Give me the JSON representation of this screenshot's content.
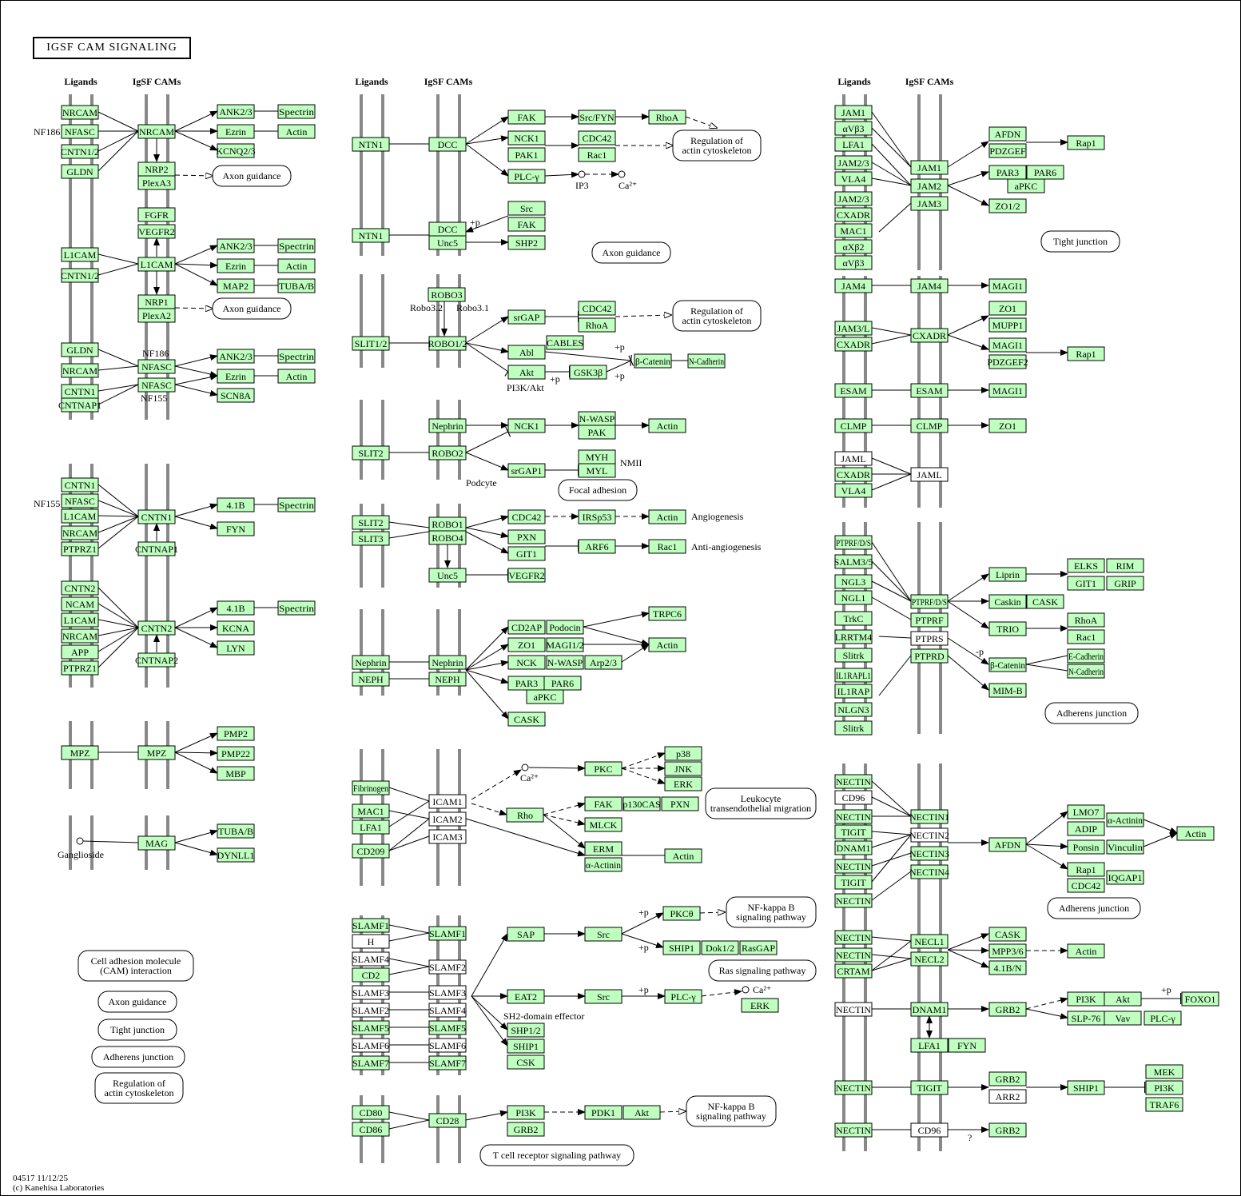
{
  "title": "IGSF  CAM  SIGNALING",
  "headers": [
    "Ligands",
    "IgSF CAMs",
    "Ligands",
    "IgSF CAMs",
    "Ligands",
    "IgSF CAMs"
  ],
  "footer": {
    "id_date": "04517 11/12/25",
    "copyright": "(c) Kanehisa Laboratories"
  },
  "colors": {
    "gene_fill": "#bfffbf",
    "white_fill": "#ffffff",
    "membrane": "#888888"
  },
  "nodes": {
    "left": [
      "NRCAM",
      "NFASC",
      "CNTN1/2",
      "GLDN",
      "NRCAM",
      "ANK2/3",
      "Ezrin",
      "KCNQ2/3",
      "Spectrin",
      "Actin",
      "NRP2",
      "PlexA3",
      "FGFR",
      "VEGFR2",
      "L1CAM",
      "CNTN1/2",
      "L1CAM",
      "ANK2/3",
      "Ezrin",
      "MAP2",
      "Spectrin",
      "Actin",
      "TUBA/B",
      "NRP1",
      "PlexA2",
      "GLDN",
      "NRCAM",
      "CNTN1",
      "CNTNAP1",
      "NFASC",
      "NFASC",
      "ANK2/3",
      "Ezrin",
      "SCN8A",
      "Spectrin",
      "Actin",
      "CNTN1",
      "NFASC",
      "L1CAM",
      "NRCAM",
      "PTPRZ1",
      "CNTN1",
      "CNTNAP1",
      "4.1B",
      "FYN",
      "Spectrin",
      "CNTN2",
      "NCAM",
      "L1CAM",
      "NRCAM",
      "APP",
      "PTPRZ1",
      "CNTN2",
      "CNTNAP2",
      "4.1B",
      "KCNA",
      "LYN",
      "Spectrin",
      "MPZ",
      "MPZ",
      "PMP2",
      "PMP22",
      "MBP",
      "MAG",
      "TUBA/B",
      "DYNLL1"
    ],
    "middle": [
      "NTN1",
      "DCC",
      "FAK",
      "NCK1",
      "PAK1",
      "PLC-γ",
      "Src/FYN",
      "CDC42",
      "Rac1",
      "RhoA",
      "NTN1",
      "DCC",
      "Unc5",
      "Src",
      "FAK",
      "SHP2",
      "ROBO3",
      "SLIT1/2",
      "ROBO1/2",
      "srGAP",
      "CDC42",
      "RhoA",
      "Abl",
      "CABLES",
      "Akt",
      "GSK3β",
      "β-Catenin",
      "N-Cadherin",
      "SLIT2",
      "Nephrin",
      "ROBO2",
      "NCK1",
      "N-WASP",
      "PAK",
      "Actin",
      "srGAP1",
      "MYH",
      "MYL",
      "SLIT2",
      "SLIT3",
      "ROBO1",
      "ROBO4",
      "Unc5",
      "CDC42",
      "PXN",
      "GIT1",
      "IRSp53",
      "Actin",
      "ARF6",
      "Rac1",
      "VEGFR2",
      "Nephrin",
      "NEPH",
      "Nephrin",
      "NEPH",
      "CD2AP",
      "Podocin",
      "TRPC6",
      "ZO1",
      "MAGI1/2",
      "Actin",
      "NCK",
      "N-WASP",
      "Arp2/3",
      "PAR3",
      "PAR6",
      "aPKC",
      "CASK",
      "Fibrinogen",
      "MAC1",
      "LFA1",
      "CD209",
      {
        "label": "ICAM1",
        "white": true
      },
      {
        "label": "ICAM2",
        "white": true
      },
      {
        "label": "ICAM3",
        "white": true
      },
      "PKC",
      "p38",
      "JNK",
      "ERK",
      "Rho",
      "FAK",
      "p130CAS",
      "PXN",
      "MLCK",
      "ERM",
      "α-Actinin",
      "Actin",
      "SLAMF1",
      {
        "label": "H",
        "white": true
      },
      {
        "label": "SLAMF4",
        "white": true
      },
      "CD2",
      {
        "label": "SLAMF3",
        "white": true
      },
      {
        "label": "SLAMF2",
        "white": true
      },
      "SLAMF5",
      {
        "label": "SLAMF6",
        "white": true
      },
      "SLAMF7",
      "SLAMF1",
      {
        "label": "SLAMF2",
        "white": true
      },
      {
        "label": "SLAMF3",
        "white": true
      },
      {
        "label": "SLAMF4",
        "white": true
      },
      "SLAMF5",
      {
        "label": "SLAMF6",
        "white": true
      },
      "SLAMF7",
      "SAP",
      "Src",
      "PKCθ",
      "SHIP1",
      "Dok1/2",
      "RasGAP",
      "EAT2",
      "Src",
      "PLC-γ",
      "ERK",
      "SHP1/2",
      "SHIP1",
      "CSK",
      "CD80",
      "CD86",
      "CD28",
      "PI3K",
      "GRB2",
      "PDK1",
      "Akt"
    ],
    "right": [
      "JAM1",
      "αVβ3",
      "LFA1",
      "JAM2/3",
      "VLA4",
      "JAM2/3",
      "CXADR",
      "MAC1",
      "αXβ2",
      "αVβ3",
      "JAM1",
      "JAM2",
      "JAM3",
      "AFDN",
      "PDZGEF",
      "Rap1",
      "PAR3",
      "PAR6",
      "aPKC",
      "ZO1/2",
      "JAM4",
      "JAM4",
      "MAGI1",
      "JAM3/L",
      "CXADR",
      "CXADR",
      "ZO1",
      "MUPP1",
      "MAGI1",
      "PDZGEF2",
      "Rap1",
      "ESAM",
      "ESAM",
      "MAGI1",
      "CLMP",
      "CLMP",
      "ZO1",
      {
        "label": "JAML",
        "white": true
      },
      "CXADR",
      "VLA4",
      {
        "label": "JAML",
        "white": true
      },
      "PTPRF/D/S",
      "SALM3/5",
      "NGL3",
      "NGL1",
      "TrkC",
      "LRRTM4",
      "Slitrk",
      "IL1RAPL1",
      "IL1RAP",
      "NLGN3",
      "Slitrk",
      "PTPRF/D/S",
      "PTPRF",
      {
        "label": "PTPRS",
        "white": true
      },
      "PTPRD",
      "Liprin",
      "ELKS",
      "RIM",
      "GIT1",
      "GRIP",
      "Caskin",
      "CASK",
      "TRIO",
      "RhoA",
      "Rac1",
      "β-Catenin",
      "E-Cadherin",
      "N-Cadherin",
      "MIM-B",
      "NECTIN",
      {
        "label": "CD96",
        "white": true
      },
      "NECTIN",
      "TIGIT",
      "DNAM1",
      "NECTIN",
      "TIGIT",
      "NECTIN",
      "NECTIN1",
      {
        "label": "NECTIN2",
        "white": true
      },
      "NECTIN3",
      "NECTIN4",
      "AFDN",
      "LMO7",
      "α-Actinin",
      "ADIP",
      "Ponsin",
      "Vinculin",
      "Rap1",
      "CDC42",
      "IQGAP1",
      "Actin",
      "NECTIN",
      "NECTIN",
      "CRTAM",
      "NECL1",
      "NECL2",
      "CASK",
      "MPP3/6",
      "4.1B/N",
      "Actin",
      {
        "label": "NECTIN",
        "white": true
      },
      "DNAM1",
      "LFA1",
      "FYN",
      "GRB2",
      "PI3K",
      "Akt",
      "FOXO1",
      "SLP-76",
      "Vav",
      "PLC-γ",
      "NECTIN",
      "TIGIT",
      "GRB2",
      {
        "label": "ARR2",
        "white": true
      },
      "SHIP1",
      "MEK",
      "PI3K",
      "TRAF6",
      "NECTIN",
      {
        "label": "CD96",
        "white": true
      },
      "GRB2"
    ]
  },
  "ovals": [
    "Axon guidance",
    "Axon guidance",
    "Regulation of|actin cytoskeleton",
    "Axon guidance",
    "Regulation of|actin cytoskeleton",
    "Focal adhesion",
    "Leukocyte|transendothelial migration",
    "NF-kappa B|signaling pathway",
    "Ras signaling pathway",
    "NF-kappa B|signaling pathway",
    "T cell receptor signaling pathway",
    "Tight junction",
    "Adherens junction",
    "Adherens junction",
    "Cell adhesion molecule|(CAM) interaction",
    "Axon guidance",
    "Tight junction",
    "Adherens junction",
    "Regulation of|actin cytoskeleton"
  ],
  "notes": [
    "NF186",
    "NF186",
    "NF155",
    "NF155",
    "Ganglioside",
    "IP3",
    "Ca²⁺",
    "+p",
    "Robo3.2",
    "Robo3.1",
    "+p",
    "+p",
    "+p",
    "PI3K/Akt",
    "NMII",
    "Podcyte",
    "Angiogenesis",
    "Anti-angiogenesis",
    "Ca²⁺",
    "+p",
    "+p",
    "+p",
    "Ca²⁺",
    "SH2-domain effector",
    "-p",
    "+p",
    "?"
  ]
}
